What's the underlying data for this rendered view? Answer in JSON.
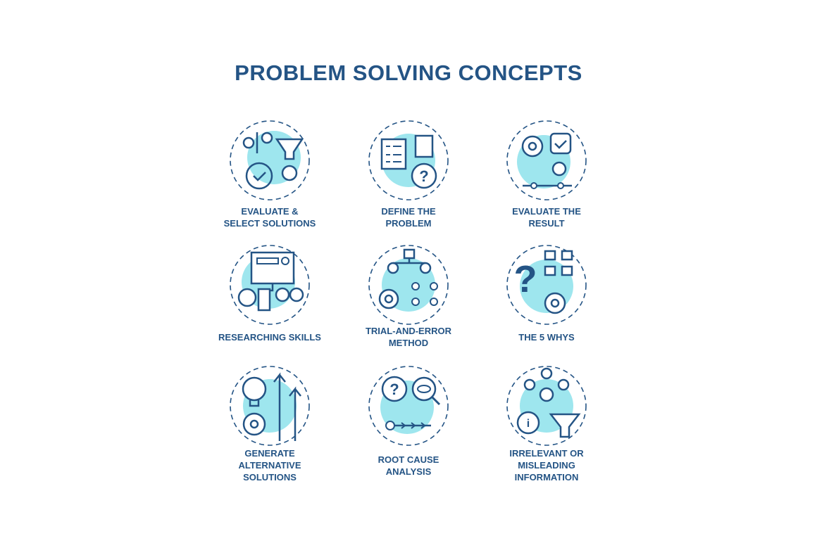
{
  "title": "PROBLEM SOLVING CONCEPTS",
  "colors": {
    "primary": "#245485",
    "accent": "#9ee6ee"
  },
  "concepts": [
    {
      "label": "EVALUATE &\nSELECT SOLUTIONS",
      "icon": "lightbulb-funnel-check-icon"
    },
    {
      "label": "DEFINE THE\nPROBLEM",
      "icon": "checklist-question-icon"
    },
    {
      "label": "EVALUATE THE\nRESULT",
      "icon": "target-award-icon"
    },
    {
      "label": "RESEARCHING SKILLS",
      "icon": "monitor-search-icon"
    },
    {
      "label": "TRIAL-AND-ERROR\nMETHOD",
      "icon": "flowchart-gears-icon"
    },
    {
      "label": "THE 5 WHYS",
      "icon": "question-flowchart-icon"
    },
    {
      "label": "GENERATE\nALTERNATIVE\nSOLUTIONS",
      "icon": "lightbulb-arrows-icon"
    },
    {
      "label": "ROOT CAUSE\nANALYSIS",
      "icon": "question-eye-icon"
    },
    {
      "label": "IRRELEVANT OR\nMISLEADING\nINFORMATION",
      "icon": "info-funnel-icon"
    }
  ]
}
